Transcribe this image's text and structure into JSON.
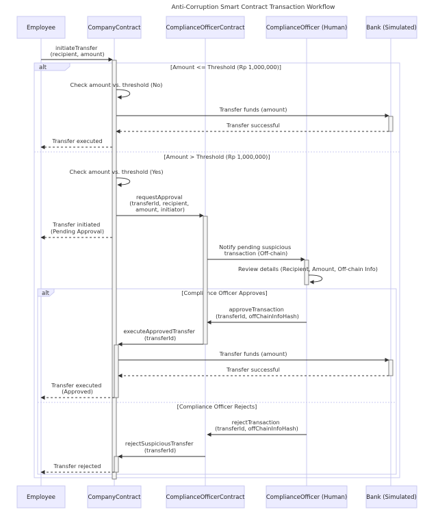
{
  "diagram": {
    "title": "Anti-Corruption Smart Contract Transaction Workflow",
    "actors": [
      {
        "id": "employee",
        "label": "Employee"
      },
      {
        "id": "company",
        "label": "CompanyContract"
      },
      {
        "id": "compliance_contract",
        "label": "ComplianceOfficerContract"
      },
      {
        "id": "compliance_human",
        "label": "ComplianceOfficer (Human)"
      },
      {
        "id": "bank",
        "label": "Bank (Simulated)"
      }
    ],
    "alt_outer": {
      "label": "alt",
      "cond1": "[Amount <= Threshold (Rp 1,000,000)]",
      "cond2": "[Amount > Threshold (Rp 1,000,000)]"
    },
    "alt_inner": {
      "label": "alt",
      "cond1": "[Compliance Officer Approves]",
      "cond2": "[Compliance Officer Rejects]"
    },
    "messages": [
      {
        "lines": [
          "initiateTransfer",
          "(recipient, amount)"
        ]
      },
      {
        "lines": [
          "Check amount vs. threshold (No)"
        ]
      },
      {
        "lines": [
          "Transfer funds (amount)"
        ]
      },
      {
        "lines": [
          "Transfer successful"
        ]
      },
      {
        "lines": [
          "Transfer executed"
        ]
      },
      {
        "lines": [
          "Check amount vs. threshold (Yes)"
        ]
      },
      {
        "lines": [
          "requestApproval",
          "(transferId, recipient,",
          "amount, initiator)"
        ]
      },
      {
        "lines": [
          "Transfer initiated",
          "(Pending Approval)"
        ]
      },
      {
        "lines": [
          "Notify pending suspicious",
          "transaction (Off-chain)"
        ]
      },
      {
        "lines": [
          "Review details (Recipient, Amount, Off-chain Info)"
        ]
      },
      {
        "lines": [
          "approveTransaction",
          "(transferId, offChainInfoHash)"
        ]
      },
      {
        "lines": [
          "executeApprovedTransfer",
          "(transferId)"
        ]
      },
      {
        "lines": [
          "Transfer funds (amount)"
        ]
      },
      {
        "lines": [
          "Transfer successful"
        ]
      },
      {
        "lines": [
          "Transfer executed",
          "(Approved)"
        ]
      },
      {
        "lines": [
          "rejectTransaction",
          "(transferId, offChainInfoHash)"
        ]
      },
      {
        "lines": [
          "rejectSuspiciousTransfer",
          "(transferId)"
        ]
      },
      {
        "lines": [
          "Transfer rejected"
        ]
      }
    ]
  }
}
